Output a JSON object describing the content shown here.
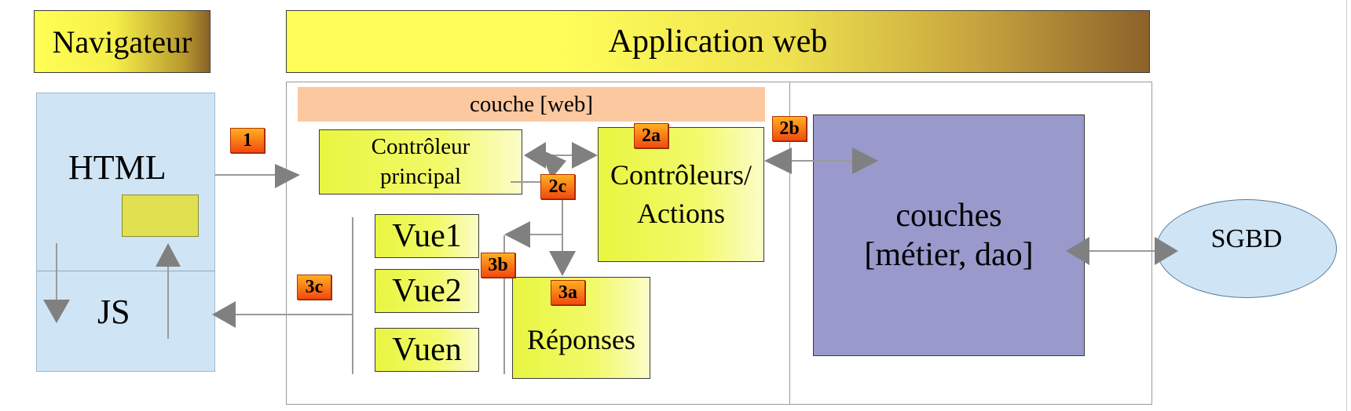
{
  "headers": {
    "navigateur": "Navigateur",
    "application": "Application web"
  },
  "browser": {
    "html_label": "HTML",
    "js_label": "JS"
  },
  "web_layer": {
    "label": "couche [web]"
  },
  "controleur_principal": {
    "line1": "Contrôleur",
    "line2": "principal"
  },
  "controleurs_actions": {
    "line1": "Contrôleurs/",
    "line2": "Actions"
  },
  "vues": [
    "Vue1",
    "Vue2",
    "Vuen"
  ],
  "reponses": "Réponses",
  "metier": {
    "line1": "couches",
    "line2": "[métier, dao]"
  },
  "sgbd": "SGBD",
  "badges": {
    "b1": "1",
    "b2a": "2a",
    "b2b": "2b",
    "b2c": "2c",
    "b3a": "3a",
    "b3b": "3b",
    "b3c": "3c"
  },
  "colors": {
    "browser_fill": "#cfe5f5",
    "web_layer_fill": "#fcc8a0",
    "metier_fill": "#9999cc",
    "arrow_gray": "#7f7f7f",
    "badge_orange": "#f24a10",
    "yellow": "#eef54a"
  }
}
